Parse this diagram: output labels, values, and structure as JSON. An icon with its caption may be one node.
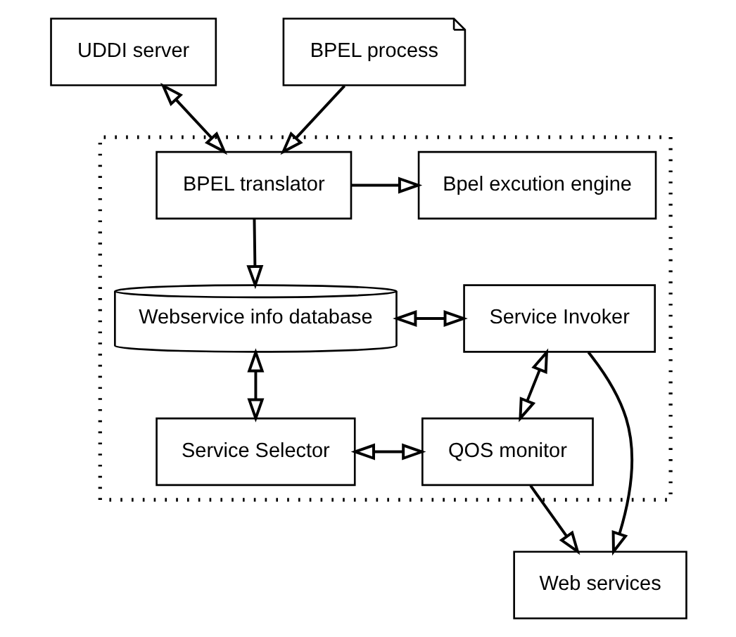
{
  "diagram": {
    "nodes": [
      {
        "text": [],
        "shape": "box"
      },
      {
        "text": [
          "UDDI server"
        ]
      },
      {
        "text": [
          "BPEL process"
        ]
      },
      {
        "text": [
          "BPEL translator"
        ],
        "in": 0
      },
      {
        "text": [
          "Bpel excution engine"
        ],
        "in": 0
      },
      {
        "text": [
          "Webservice info database"
        ],
        "in": 0
      },
      {
        "text": [
          "Service Invoker"
        ],
        "in": 0
      },
      {
        "text": [
          "Service Selector"
        ],
        "in": 0
      },
      {
        "text": [
          "QOS monitor"
        ],
        "in": 0
      },
      {
        "text": [
          "Web services"
        ]
      }
    ],
    "edges": [
      {
        "from": 1,
        "to": 3,
        "arrow": "both"
      },
      {
        "from": 2,
        "to": 3,
        "arrow": "to"
      },
      {
        "from": 3,
        "to": 4,
        "arrow": "to"
      },
      {
        "from": 3,
        "to": 5,
        "arrow": "to"
      },
      {
        "from": 5,
        "to": 6,
        "arrow": "both"
      },
      {
        "from": 5,
        "to": 7,
        "arrow": "both"
      },
      {
        "from": 6,
        "to": 8,
        "arrow": "both"
      },
      {
        "from": 7,
        "to": 8,
        "arrow": "both"
      },
      {
        "from": 6,
        "to": 9,
        "arrow": "to"
      },
      {
        "from": 8,
        "to": 9,
        "arrow": "to"
      }
    ]
  }
}
